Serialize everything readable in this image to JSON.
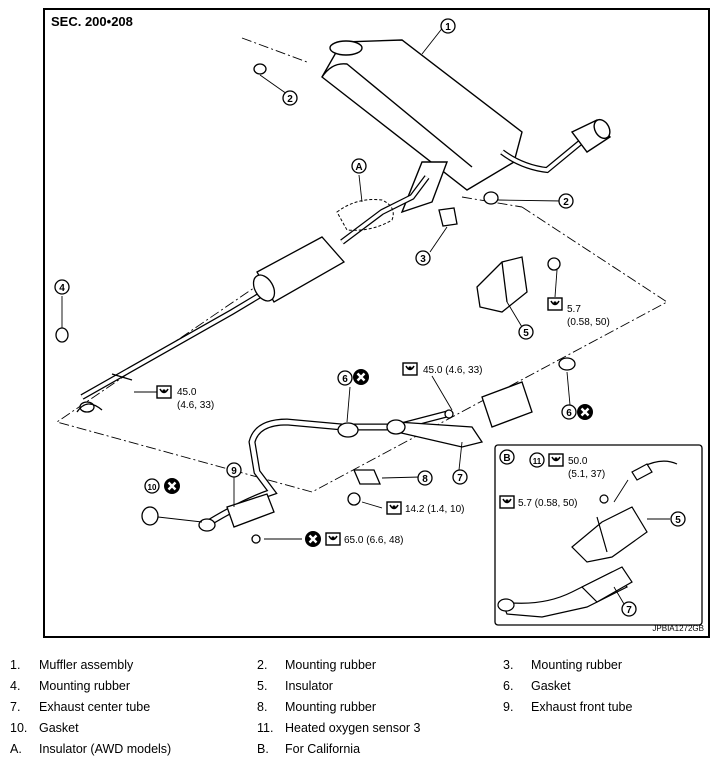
{
  "header": {
    "section": "SEC. 200•208",
    "figure_code": "JPBIA1272GB"
  },
  "callouts": {
    "c1": "1",
    "c2a": "2",
    "c2b": "2",
    "c3": "3",
    "c4": "4",
    "c5": "5",
    "c6a": "6",
    "c6b": "6",
    "c7": "7",
    "c8": "8",
    "c9": "9",
    "c10": "10",
    "cA": "A",
    "cB": "B",
    "inset_c5": "5",
    "inset_c7": "7",
    "inset_c11": "11"
  },
  "torques": {
    "t1": "5.7",
    "t1b": "(0.58, 50)",
    "t2": "45.0 (4.6, 33)",
    "t3": "45.0",
    "t3b": "(4.6, 33)",
    "t4": "14.2 (1.4, 10)",
    "t5": "65.0 (6.6, 48)",
    "inset_t1": "50.0",
    "inset_t1b": "(5.1, 37)",
    "inset_t2": "5.7 (0.58, 50)"
  },
  "legend": [
    {
      "num": "1.",
      "label": "Muffler assembly"
    },
    {
      "num": "2.",
      "label": "Mounting rubber"
    },
    {
      "num": "3.",
      "label": "Mounting rubber"
    },
    {
      "num": "4.",
      "label": "Mounting rubber"
    },
    {
      "num": "5.",
      "label": "Insulator"
    },
    {
      "num": "6.",
      "label": "Gasket"
    },
    {
      "num": "7.",
      "label": "Exhaust center tube"
    },
    {
      "num": "8.",
      "label": "Mounting rubber"
    },
    {
      "num": "9.",
      "label": "Exhaust front tube"
    },
    {
      "num": "10.",
      "label": "Gasket"
    },
    {
      "num": "11.",
      "label": "Heated oxygen sensor 3"
    },
    {
      "num": "A.",
      "label": "Insulator (AWD models)"
    },
    {
      "num": "B.",
      "label": "For California"
    }
  ]
}
